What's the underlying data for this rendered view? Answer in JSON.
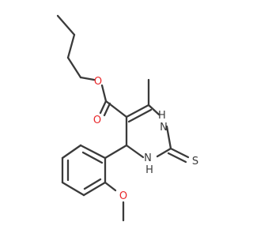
{
  "molecule": {
    "atoms": {
      "o_ether": "O",
      "o_carbonyl": "O",
      "n_top": "H\nN",
      "n_bottom": "N\nH",
      "s_thione": "S",
      "o_methoxy": "O"
    }
  },
  "colors": {
    "bond": "#3a3a3a",
    "oxygen": "#e8272a",
    "nitrogen": "#3a3a3a",
    "sulfur": "#3a3a3a",
    "background": "#ffffff"
  }
}
